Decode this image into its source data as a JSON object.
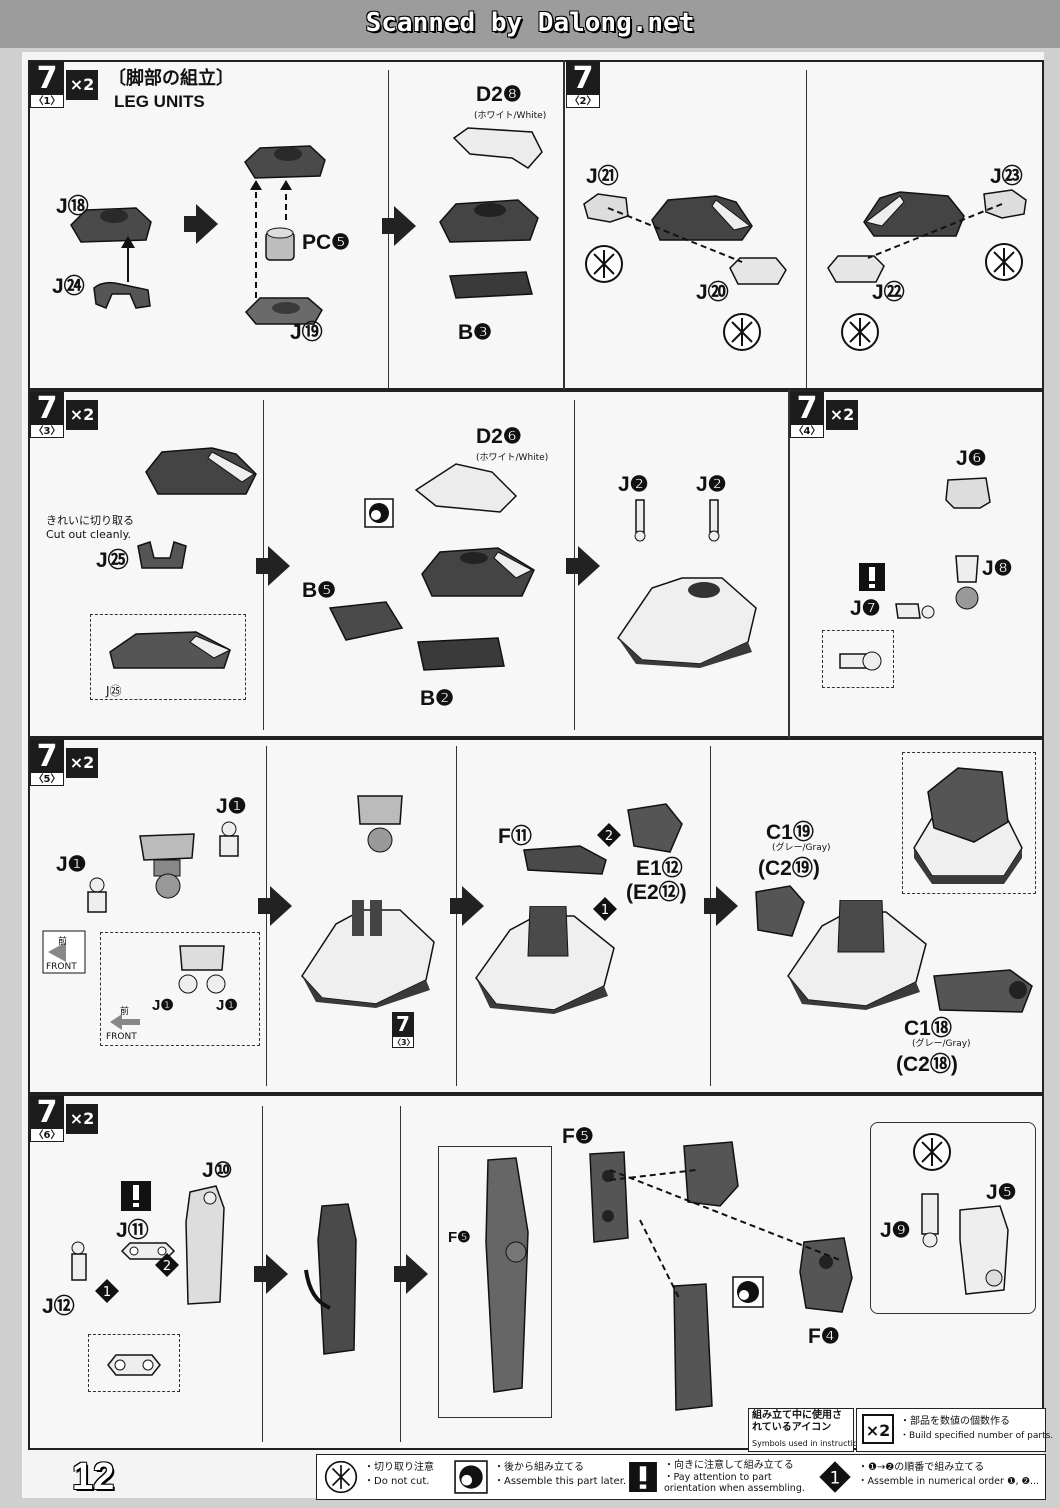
{
  "header": {
    "scan_credit": "Scanned by Dalong.net"
  },
  "page_number": "12",
  "steps": {
    "s1": {
      "number": "7",
      "sub": "〈1〉",
      "multiplier": "×2",
      "title_jp": "〔脚部の組立〕",
      "title_en": "LEG UNITS",
      "labels": [
        "J⑱",
        "J㉔",
        "PC❺",
        "J⑲",
        "D2❽",
        "(ホワイト/White)",
        "B❸"
      ]
    },
    "s2": {
      "number": "7",
      "sub": "〈2〉",
      "labels": [
        "J㉑",
        "J⑳",
        "J㉓",
        "J㉒"
      ]
    },
    "s3": {
      "number": "7",
      "sub": "〈3〉",
      "multiplier": "×2",
      "note_jp": "きれいに切り取る",
      "note_en": "Cut out cleanly.",
      "labels": [
        "J㉕",
        "J㉕",
        "B❺",
        "D2❻",
        "(ホワイト/White)",
        "B❷",
        "J❷",
        "J❷"
      ]
    },
    "s4": {
      "number": "7",
      "sub": "〈4〉",
      "multiplier": "×2",
      "labels": [
        "J❻",
        "J❽",
        "J❼"
      ]
    },
    "s5": {
      "number": "7",
      "sub": "〈5〉",
      "multiplier": "×2",
      "front_jp": "前",
      "front_en": "FRONT",
      "labels": [
        "J❶",
        "J❶",
        "J❶",
        "J❶",
        "F⑪",
        "E1⑫",
        "(E2⑫)",
        "C1⑲",
        "(グレー/Gray)",
        "(C2⑲)",
        "C1⑱",
        "(グレー/Gray)",
        "(C2⑱)"
      ],
      "ref_step": "7",
      "ref_sub": "〈3〉"
    },
    "s6": {
      "number": "7",
      "sub": "〈6〉",
      "multiplier": "×2",
      "labels": [
        "J⑩",
        "J⑪",
        "J⑫",
        "F❺",
        "F❺",
        "F❹",
        "J❾",
        "J❺"
      ]
    }
  },
  "legend": {
    "title_jp": "組み立て中に使用されているアイコン",
    "title_en": "Symbols used in instructions",
    "mult_badge": "×2",
    "mult_jp": "・部品を数値の個数作る",
    "mult_en": "・Build specified number of parts.",
    "items": [
      {
        "jp": "・切り取り注意",
        "en": "・Do not cut."
      },
      {
        "jp": "・後から組み立てる",
        "en": "・Assemble this part later."
      },
      {
        "jp": "・向きに注意して組み立てる",
        "en": "・Pay attention to part orientation when assembling."
      },
      {
        "jp": "・❶→❷の順番で組み立てる",
        "en": "・Assemble in numerical order ❶, ❷..."
      }
    ]
  },
  "colors": {
    "ink": "#1c1c1c",
    "paper": "#f4f4f4",
    "part_dark": "#4a4a4a",
    "part_light": "#e8e8e8"
  }
}
